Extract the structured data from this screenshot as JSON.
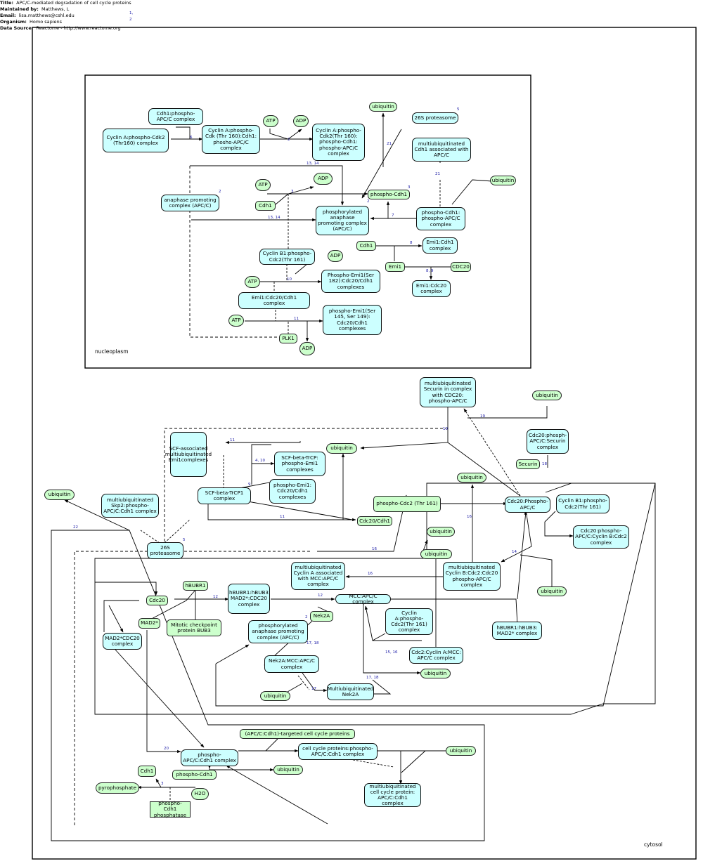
{
  "header": {
    "title_label": "Title:",
    "title": "APC/C-mediated degradation of cell cycle proteins",
    "maintainer_label": "Maintained by:",
    "maintainer": "Matthews, L",
    "email_label": "Email:",
    "email": "lisa.matthews@cshl.edu",
    "organism_label": "Organism:",
    "organism": "Homo sapiens",
    "source_label": "Data Source:",
    "source": "Reactome - http://www.reactome.org",
    "literature_refs": "1, 2"
  },
  "compartments": {
    "nucleoplasm": "nucleoplasm",
    "cytosol": "cytosol"
  },
  "nodes": {
    "cdh1_apcc_top": "Cdh1:phospho-APC/C complex",
    "cyclinA_cdk2": "Cyclin A:phospho-Cdk2 (Thr160) complex",
    "cyclinA_cdh1_apcc": "Cyclin A:phospho-Cdk (Thr 160):Cdh1: phosho-APC/C complex",
    "atp_1": "ATP",
    "adp_1": "ADP",
    "cyclinA_phospho_cdh1": "Cyclin A:phospho-Cdk2(Thr 160): phospho-Cdh1: phospho-APC/C complex",
    "ubiquitin_1": "ubiquitin",
    "proteasome_1": "26S proteasome",
    "multiub_cdh1": "multiubiquitinated Cdh1 associated with APC/C",
    "atp_2": "ATP",
    "adp_2": "ADP",
    "apcc": "anaphase promoting complex (APC/C)",
    "cdh1_1": "Cdh1",
    "phospho_cdh1_1": "phospho-Cdh1",
    "ubiquitin_2": "ubiquitin",
    "phos_apcc_1": "phosphorylated anaphase promoting complex (APC/C)",
    "phospho_cdh1_apcc": "phospho-Cdh1: phospho-APC/C complex",
    "cdh1_2": "Cdh1",
    "emi1_cdh1": "Emi1:Cdh1 complex",
    "cyclinB1_cdc2_1": "Cyclin B1:phospho-Cdc2(Thr 161)",
    "adp_3": "ADP",
    "emi1": "Emi1",
    "cdc20_1": "CDC20",
    "atp_3": "ATP",
    "phospho_emi1_s182": "Phospho-Emi1(Ser 182):Cdc20/Cdh1 complexes",
    "emi1_cdc20": "Emi1:Cdc20 complex",
    "emi1_cdc20_cdh1": "Emi1:Cdc20/Cdh1 complex",
    "atp_4": "ATP",
    "phospho_emi1_s145": "phospho-Emi1(Ser 145, Ser 149): Cdc20/Cdh1 complexes",
    "plk1": "PLK1",
    "adp_4": "ADP",
    "multiub_securin": "multiubiquitinated Securin in complex with CDC20: phospho-APC/C",
    "ubiquitin_3": "ubiquitin",
    "scf_multiub_emi1": "SCF-associated multiubiquitinated Emi1complexes",
    "ubiquitin_4": "ubiquitin",
    "cdc20_securin": "Cdc20:phosph-APC/C:Securin complex",
    "scf_btrcp_emi1": "SCF-beta-TrCP: phospho-Emi1 complexes",
    "securin": "Securin",
    "ubiquitin_5": "ubiquitin",
    "ubiquitin_6": "ubiquitin",
    "multiub_skp2": "multiubiquitinated Skp2:phospho-APC/C:Cdh1 complex",
    "phospho_emi1_cdc20": "phospho-Emi1: Cdc20/Cdh1 complexes",
    "scf_btrcp1": "SCF-beta-TrCP1 complex",
    "phospho_cdc2": "phospho-Cdc2 (Thr 161)",
    "cdc20_apcc": "Cdc20:Phospho-APC/C",
    "cyclinB1_cdc2_2": "Cyclin B1:phospho-Cdc2(Thr 161)",
    "cdc20_cdh1": "Cdc20/Cdh1",
    "proteasome_2": "26S proteasome",
    "ubiquitin_7": "ubiquitin",
    "cdc20_cyclinB": "Cdc20:phospho-APC/C:Cyclin B:Cdc2 complex",
    "ubiquitin_8": "ubiquitin",
    "hbubr1": "hBUBR1",
    "multiub_cyclinA": "multiubiquitinated Cyclin A associated with MCC:APC/C complex",
    "multiub_cyclinB": "multiubiquitinated Cyclin B:Cdc2:Cdc20 phospho-APC/C complex",
    "cdc20_2": "Cdc20",
    "hbubr1_mad2_cdc20": "hBUBR1:hBUB3 MAD2*:CDC20 complex",
    "mcc_apcc": "MCC:APC/C complex",
    "ubiquitin_9": "ubiquitin",
    "mad2": "MAD2*",
    "bub3": "Mitotic checkpoint protein BUB3",
    "nek2a": "Nek2A",
    "cyclinA_cdc2": "Cyclin A:phospho-Cdc2(Thr 161) complex",
    "hbubr1_mad2": "hBUBR1:hBUB3: MAD2* complex",
    "mad2_cdc20": "MAD2*CDC20 complex",
    "phos_apcc_2": "phosphorylated anaphase promoting complex (APC/C)",
    "nek2a_mcc": "Nek2A:MCC:APC/C complex",
    "cdc2_cyclinA_mcc": "Cdc2:Cyclin A:MCC: APC/C complex",
    "ubiquitin_10": "ubiquitin",
    "ubiquitin_11": "ubiquitin",
    "multiub_nek2a": "Multiubiquitinated Nek2A",
    "targets": "(APC/C:Cdh1)-targeted cell cycle proteins",
    "phospho_apcc_cdh1": "phospho-APC/C:Cdh1 complex",
    "ccp_apcc_cdh1": "cell cycle proteins:phospho-APC/C:Cdh1 complex",
    "ubiquitin_12": "ubiquitin",
    "cdh1_3": "Cdh1",
    "phospho_cdh1_2": "phospho-Cdh1",
    "ubiquitin_13": "ubiquitin",
    "pyrophosphate": "pyrophosphate",
    "h2o": "H2O",
    "cdh1_phosphatase": "phospho-Cdh1 phosphatase",
    "multiub_ccp": "multiubiquitinated cell cycle protein: APC/C:Cdh1 complex"
  },
  "edge_labels": {
    "e6": "6",
    "e2a": "2",
    "e13_14a": "13, 14",
    "e21a": "21",
    "e5a": "5",
    "e21b": "21",
    "e2b": "2",
    "e3a": "3",
    "e2c": "2",
    "e3b": "3",
    "e13_14b": "13, 14",
    "e7": "7",
    "e8": "8",
    "e8_9": "8, 9",
    "e10": "10",
    "e11a": "11",
    "e19a": "19",
    "e19b": "19",
    "e11b": "11",
    "e4_10": "4, 10",
    "e9": "9",
    "e18": "18",
    "e11c": "11",
    "e22": "22",
    "e5b": "5",
    "e16a": "16",
    "e16b": "16",
    "e16c": "16",
    "e14": "14",
    "e12a": "12",
    "e12b": "12",
    "e2d": "2",
    "e17_18a": "17, 18",
    "e15_16": "15, 16",
    "e17_18b": "17, 18",
    "e17": "17",
    "e20": "20",
    "e3c": "3"
  }
}
